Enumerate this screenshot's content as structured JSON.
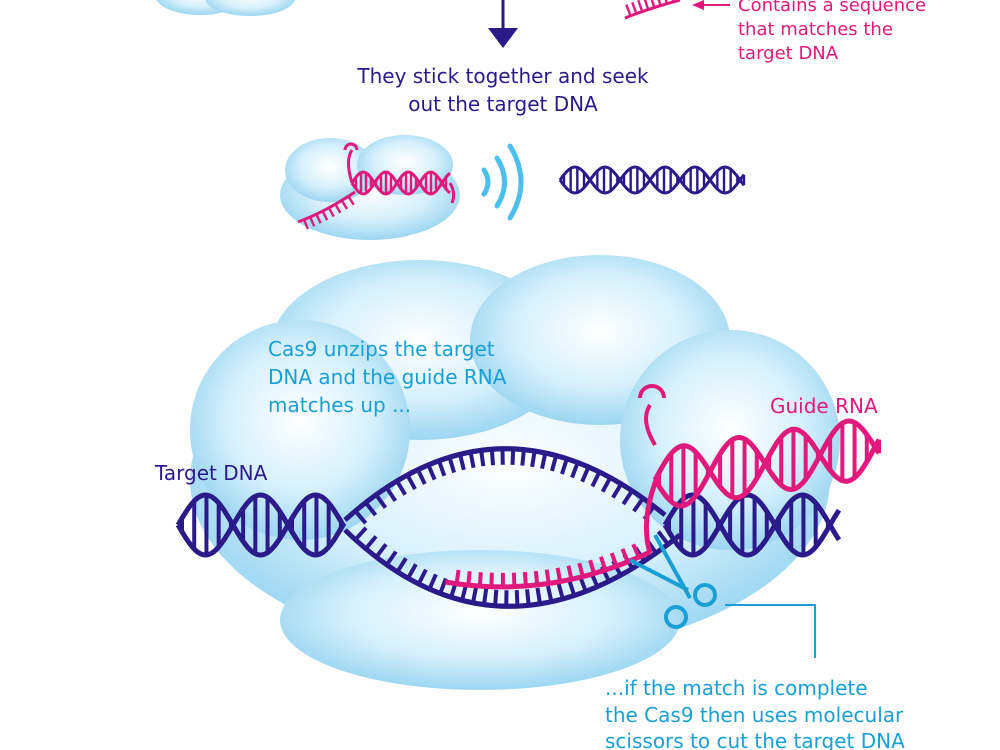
{
  "colors": {
    "navy": "#2b1a8a",
    "pink": "#e0197d",
    "cyan": "#1a9fd4",
    "cloud": "#bfe6f7"
  },
  "top_note": {
    "lines": [
      "Contains a sequence",
      "that matches the",
      "target DNA"
    ]
  },
  "step_caption": {
    "lines": [
      "They stick together and seek",
      "out the target DNA"
    ]
  },
  "cloud_caption": {
    "lines": [
      "Cas9 unzips the target",
      "DNA and the guide RNA",
      "matches up ..."
    ]
  },
  "labels": {
    "guide_rna": "Guide RNA",
    "target_dna": "Target DNA"
  },
  "bottom_note": {
    "lines": [
      "...if the match is complete",
      "the Cas9 then uses molecular",
      "scissors to cut the target DNA"
    ]
  },
  "icons": [
    "down-arrow-icon",
    "left-arrow-icon",
    "signal-waves-icon",
    "scissors-icon"
  ]
}
